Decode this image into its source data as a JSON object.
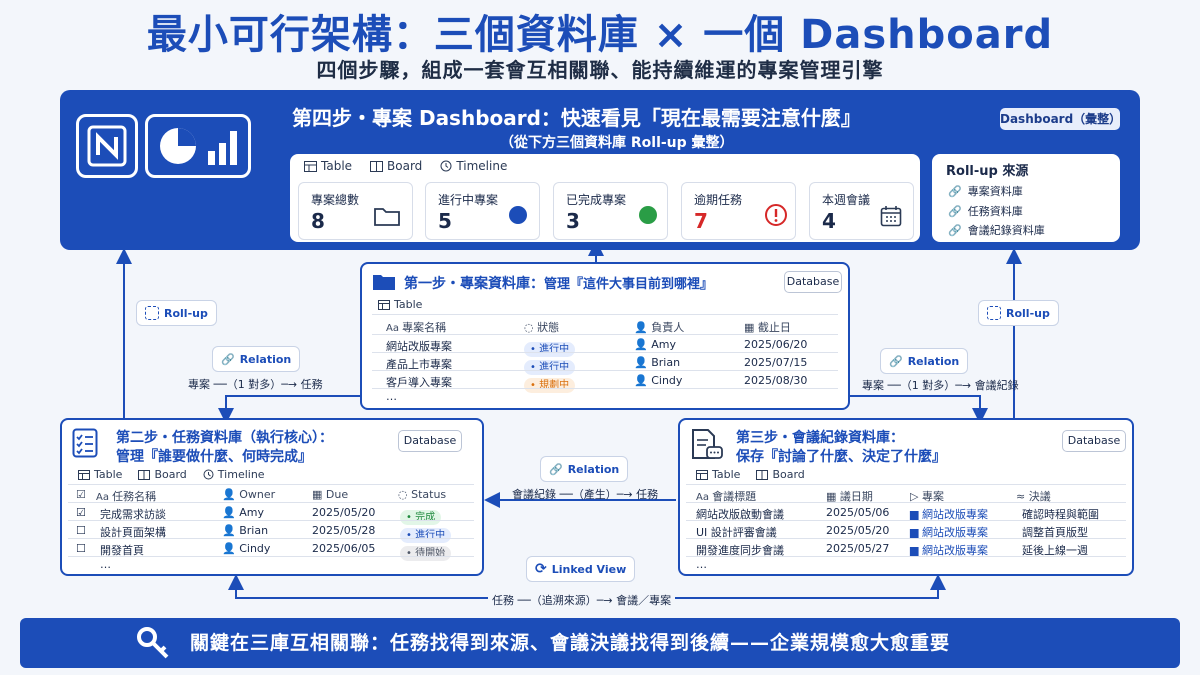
{
  "header": {
    "title": "最小可行架構：三個資料庫 × 一個 Dashboard",
    "subtitle": "四個步驟，組成一套會互相關聯、能持續維運的專案管理引擎"
  },
  "dashboard": {
    "title": "第四步・專案 Dashboard：快速看見「現在最需要注意什麼』",
    "subtitle": "（從下方三個資料庫 Roll-up 彙整）",
    "badge": "Dashboard（彙整）",
    "views": [
      "Table",
      "Board",
      "Timeline"
    ],
    "kpis": [
      {
        "label": "專案總數",
        "value": "8",
        "icon": "folder-icon",
        "value_color": "#1b2a4a"
      },
      {
        "label": "進行中專案",
        "value": "5",
        "icon": "blue-dot-icon",
        "value_color": "#1b2a4a"
      },
      {
        "label": "已完成專案",
        "value": "3",
        "icon": "green-dot-icon",
        "value_color": "#1b2a4a"
      },
      {
        "label": "逾期任務",
        "value": "7",
        "icon": "alert-icon",
        "value_color": "#d62828"
      },
      {
        "label": "本週會議",
        "value": "4",
        "icon": "calendar-icon",
        "value_color": "#1b2a4a"
      }
    ],
    "rollup": {
      "title": "Roll-up 來源",
      "items": [
        "專案資料庫",
        "任務資料庫",
        "會議紀錄資料庫"
      ]
    }
  },
  "project_db": {
    "title_prefix": "第一步・專案資料庫：",
    "title_suffix": "管理『這件大事目前到哪裡』",
    "badge": "Database",
    "view": "Table",
    "headers": [
      "專案名稱",
      "狀態",
      "負責人",
      "截止日"
    ],
    "rows": [
      {
        "name": "網站改版專案",
        "status": "進行中",
        "status_style": "blue",
        "owner": "Amy",
        "due": "2025/06/20"
      },
      {
        "name": "產品上市專案",
        "status": "進行中",
        "status_style": "blue",
        "owner": "Brian",
        "due": "2025/07/15"
      },
      {
        "name": "客戶導入專案",
        "status": "規劃中",
        "status_style": "orange",
        "owner": "Cindy",
        "due": "2025/08/30"
      }
    ],
    "more": "…"
  },
  "task_db": {
    "title_line1": "第二步・任務資料庫（執行核心）：",
    "title_line2": "管理『誰要做什麼、何時完成』",
    "badge": "Database",
    "views": [
      "Table",
      "Board",
      "Timeline"
    ],
    "headers": [
      "任務名稱",
      "Owner",
      "Due",
      "Status"
    ],
    "rows": [
      {
        "checked": "☑",
        "name": "完成需求訪談",
        "owner": "Amy",
        "due": "2025/05/20",
        "status": "完成",
        "status_style": "green"
      },
      {
        "checked": "☐",
        "name": "設計頁面架構",
        "owner": "Brian",
        "due": "2025/05/28",
        "status": "進行中",
        "status_style": "blue"
      },
      {
        "checked": "☐",
        "name": "開發首頁",
        "owner": "Cindy",
        "due": "2025/06/05",
        "status": "待開始",
        "status_style": "gray"
      }
    ],
    "more": "…"
  },
  "meeting_db": {
    "title_line1": "第三步・會議紀錄資料庫：",
    "title_line2": "保存『討論了什麼、決定了什麼』",
    "badge": "Database",
    "views": [
      "Table",
      "Board"
    ],
    "headers": [
      "會議標題",
      "議日期",
      "專案",
      "決議"
    ],
    "rows": [
      {
        "title": "網站改版啟動會議",
        "date": "2025/05/06",
        "project": "網站改版專案",
        "decision": "確認時程與範圍"
      },
      {
        "title": "UI 設計評審會議",
        "date": "2025/05/20",
        "project": "網站改版專案",
        "decision": "調整首頁版型"
      },
      {
        "title": "開發進度同步會議",
        "date": "2025/05/27",
        "project": "網站改版專案",
        "decision": "延後上線一週"
      }
    ],
    "more": "…"
  },
  "connectors": {
    "rollup_left": "Roll-up",
    "rollup_right": "Roll-up",
    "relation_left": "Relation",
    "relation_left_note": "專案 ──（1 對多）─→ 任務",
    "relation_right": "Relation",
    "relation_right_note": "專案 ──（1 對多）─→ 會議紀錄",
    "relation_mid": "Relation",
    "relation_mid_note": "會議紀錄 ──（產生）─→ 任務",
    "linked_view": "Linked View",
    "linked_view_note": "任務 ──（追溯來源）─→ 會議／專案"
  },
  "banner": {
    "text": "關鍵在三庫互相關聯：任務找得到來源、會議決議找得到後續——企業規模愈大愈重要"
  },
  "colors": {
    "brand": "#1c4db8",
    "danger": "#d62828",
    "success": "#2a9d46",
    "status_blue_bg": "#e4ecfd",
    "status_orange_bg": "#fdeede"
  }
}
